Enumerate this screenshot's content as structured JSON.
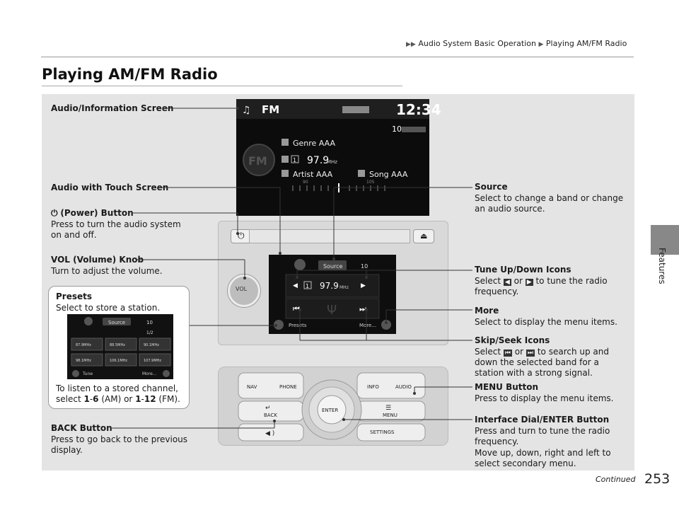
{
  "header": {
    "crumb_section": "Audio System Basic Operation",
    "crumb_page": "Playing AM/FM Radio"
  },
  "page_title": "Playing AM/FM Radio",
  "side_tab_label": "Features",
  "page_number": "253",
  "continued_label": "Continued",
  "callouts": {
    "audio_info_screen": "Audio/Information Screen",
    "audio_touch_screen": "Audio with Touch Screen",
    "power_title": "(Power) Button",
    "power_desc": "Press to turn the audio system on and off.",
    "vol_title": "VOL (Volume) Knob",
    "vol_desc": "Turn to adjust the volume.",
    "presets_title": "Presets",
    "presets_desc": "Select to store a station.",
    "presets_note_1": "To listen to a stored channel,",
    "presets_note_2_pre": "select ",
    "presets_note_2_a": "1",
    "presets_note_2_dash": "-",
    "presets_note_2_b": "6",
    "presets_note_2_mid": " (AM) or ",
    "presets_note_2_c": "1",
    "presets_note_2_dash2": "-",
    "presets_note_2_d": "12",
    "presets_note_2_end": " (FM).",
    "back_title": "BACK Button",
    "back_desc": "Press to go back to the previous display.",
    "source_title": "Source",
    "source_desc": "Select to change a band or change an audio source.",
    "tune_title": "Tune Up/Down Icons",
    "tune_desc_pre": "Select",
    "tune_desc_or": "or",
    "tune_desc_post": "to tune the radio",
    "tune_desc_2": "frequency.",
    "more_title": "More",
    "more_desc": "Select to display the menu items.",
    "skip_title": "Skip/Seek Icons",
    "skip_desc_pre": "Select",
    "skip_desc_or": "or",
    "skip_desc_post": "to search up and",
    "skip_desc_2": "down the selected band for a",
    "skip_desc_3": "station with a strong signal.",
    "menu_title": "MENU Button",
    "menu_desc": "Press to display the menu items.",
    "dial_title": "Interface Dial/ENTER Button",
    "dial_desc_1": "Press and turn to tune the radio frequency.",
    "dial_desc_2": "Move up, down, right and left to select secondary menu."
  },
  "screen": {
    "band": "FM",
    "clock": "12:34",
    "volume": "10",
    "genre": "Genre AAA",
    "preset_num": "1",
    "frequency": "97.9",
    "freq_unit": "MHz",
    "artist": "Artist AAA",
    "song": "Song AAA",
    "scale_low": "90",
    "scale_high": "105"
  },
  "touch": {
    "source": "Source",
    "volume": "10",
    "preset_num": "1",
    "frequency": "97.9",
    "freq_unit": "MHz",
    "presets": "Presets",
    "more": "More...",
    "knob": "VOL"
  },
  "presets_screen": {
    "source": "Source",
    "volume": "10",
    "page": "1/2",
    "stations": [
      "87.9MHz",
      "88.5MHz",
      "90.1MHz",
      "98.1MHz",
      "106.1MHz",
      "107.9MHz"
    ],
    "tune": "Tune",
    "more": "More..."
  },
  "console": {
    "nav": "NAV",
    "phone": "PHONE",
    "info": "INFO",
    "audio": "AUDIO",
    "back": "BACK",
    "menu": "MENU",
    "enter": "ENTER",
    "settings": "SETTINGS"
  }
}
